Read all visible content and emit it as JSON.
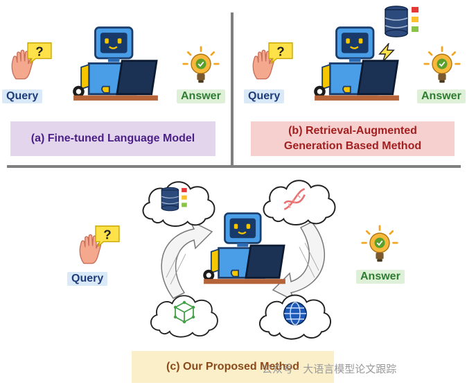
{
  "panels": {
    "a": {
      "query": "Query",
      "answer": "Answer",
      "caption": "(a) Fine-tuned Language Model"
    },
    "b": {
      "query": "Query",
      "answer": "Answer",
      "caption_line1": "(b) Retrieval-Augmented",
      "caption_line2": "Generation Based Method"
    },
    "c": {
      "query": "Query",
      "answer": "Answer",
      "caption": "(c) Our Proposed Method"
    }
  },
  "watermark": "公众号 · 大语言模型论文跟踪",
  "icons": [
    "hand-icon",
    "question-bubble-icon",
    "robot-laptop-icon",
    "lightbulb-icon",
    "database-icon",
    "lightning-icon",
    "dna-icon",
    "cube-icon",
    "globe-icon",
    "cycle-arrows-icon"
  ],
  "colors": {
    "query_bg": "#d9e9f7",
    "answer_bg": "#dff0d8",
    "panel_a_bg": "#e3d6ec",
    "panel_b_bg": "#f6cfcf",
    "panel_c_bg": "#fbefc9"
  }
}
